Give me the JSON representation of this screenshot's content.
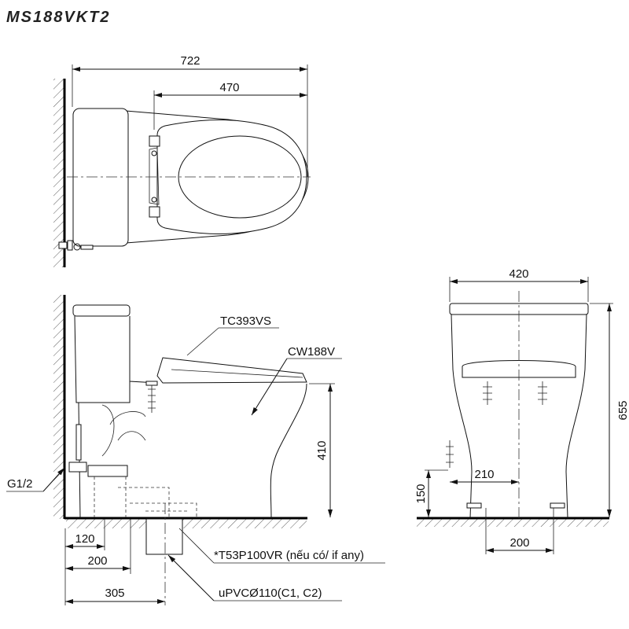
{
  "title": "MS188VKT2",
  "top_view": {
    "dim_overall": "722",
    "dim_seat": "470"
  },
  "side_view": {
    "seat_label": "TC393VS",
    "bowl_label": "CW188V",
    "dim_height": "410",
    "inlet_label": "G1/2",
    "dim_inlet_offset": "120",
    "dim_rough_in_200": "200",
    "dim_rough_in_305": "305",
    "adapter_label": "*T53P100VR (nếu có/ if any)",
    "pipe_label": "uPVCØ110(C1, C2)"
  },
  "front_view": {
    "dim_width": "420",
    "dim_total_height": "655",
    "dim_inlet_height": "150",
    "dim_inlet_side": "210",
    "dim_bolt_spacing": "200"
  }
}
